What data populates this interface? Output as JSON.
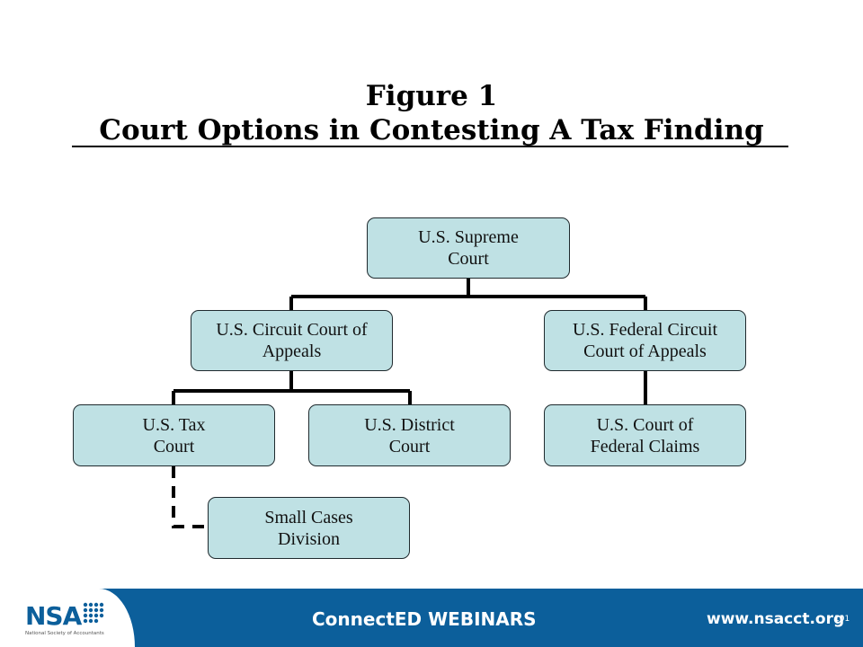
{
  "title": {
    "line1": "Figure 1",
    "line2": "Court Options in Contesting A Tax Finding"
  },
  "nodes": {
    "supreme": [
      "U.S. Supreme",
      "Court"
    ],
    "circuit": [
      "U.S. Circuit Court of",
      "Appeals"
    ],
    "federal_circuit": [
      "U.S. Federal Circuit",
      "Court of Appeals"
    ],
    "tax_court": [
      "U.S. Tax",
      "Court"
    ],
    "district": [
      "U.S. District",
      "Court"
    ],
    "federal_claims": [
      "U.S. Court of",
      "Federal Claims"
    ],
    "small_cases": [
      "Small Cases",
      "Division"
    ]
  },
  "footer": {
    "logo": "NSA",
    "logo_sub": "National Society of Accountants",
    "brand": "ConnectED WEBINARS",
    "website": "www.nsacct.org",
    "page_number": "101"
  },
  "colors": {
    "node_fill": "#bfe1e4",
    "footer_bar": "#0c5f9b"
  }
}
